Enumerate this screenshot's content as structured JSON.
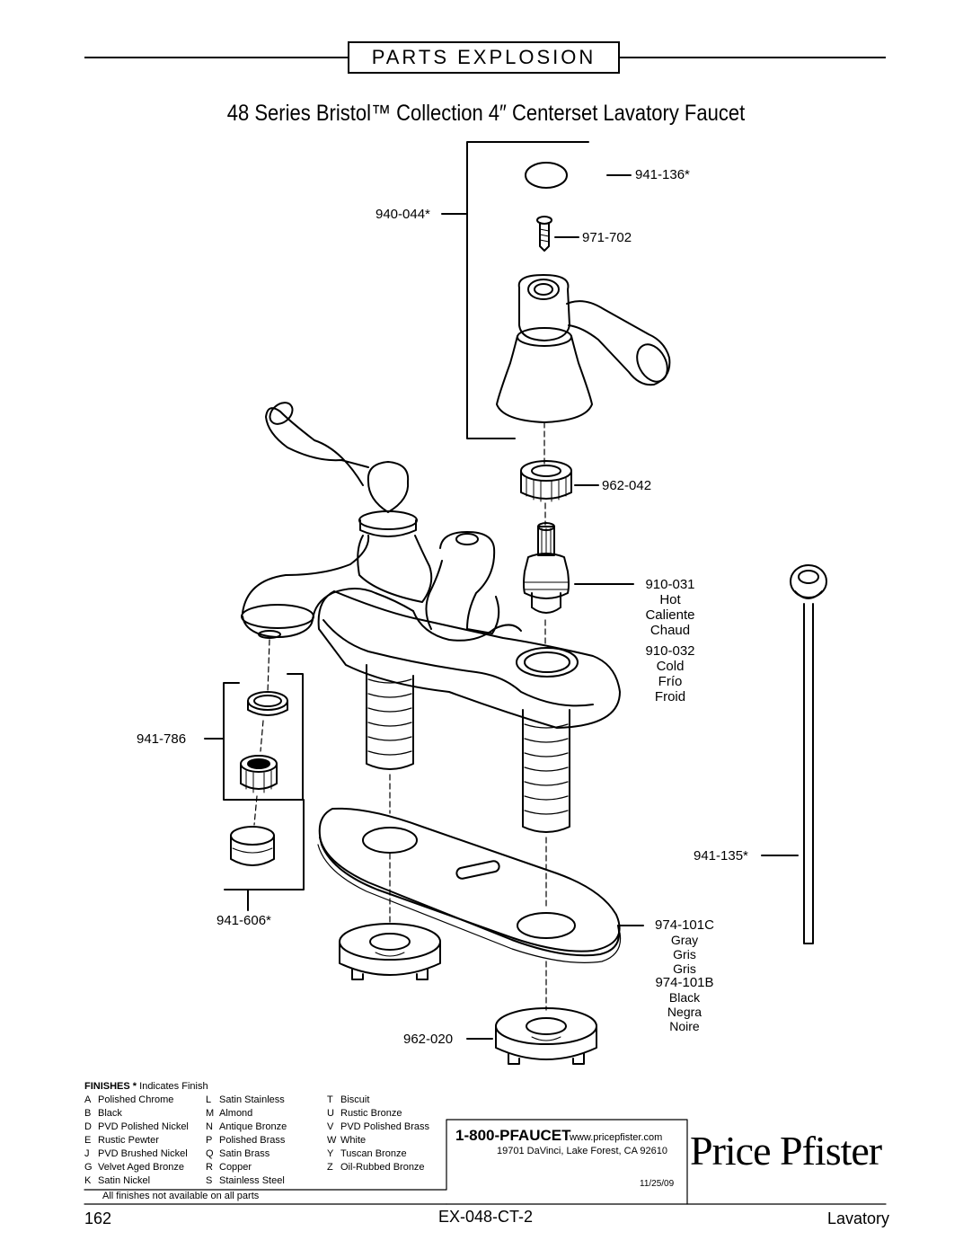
{
  "header": {
    "section_label": "PARTS EXPLOSION"
  },
  "title": "48 Series Bristol™ Collection 4″ Centerset Lavatory Faucet",
  "parts": {
    "cap": "941-136*",
    "handle_assembly": "940-044*",
    "screw": "971-702",
    "bonnet_nut": "962-042",
    "cartridge_hot_no": "910-031",
    "cartridge_hot_en": "Hot",
    "cartridge_hot_es": "Caliente",
    "cartridge_hot_fr": "Chaud",
    "cartridge_cold_no": "910-032",
    "cartridge_cold_en": "Cold",
    "cartridge_cold_es": "Frío",
    "cartridge_cold_fr": "Froid",
    "aerator_set": "941-786",
    "aerator_housing": "941-606*",
    "pop_up_rod": "941-135*",
    "gasket_gray_no": "974-101C",
    "gasket_gray_en": "Gray",
    "gasket_gray_es": "Gris",
    "gasket_gray_fr": "Gris",
    "gasket_black_no": "974-101B",
    "gasket_black_en": "Black",
    "gasket_black_es": "Negra",
    "gasket_black_fr": "Noire",
    "mounting_nut": "962-020"
  },
  "finishes": {
    "heading": "FINISHES *",
    "heading_note": "Indicates Finish",
    "col1": [
      {
        "code": "A",
        "name": "Polished Chrome"
      },
      {
        "code": "B",
        "name": "Black"
      },
      {
        "code": "D",
        "name": "PVD Polished Nickel"
      },
      {
        "code": "E",
        "name": "Rustic Pewter"
      },
      {
        "code": "J",
        "name": "PVD Brushed Nickel"
      },
      {
        "code": "G",
        "name": "Velvet Aged Bronze"
      },
      {
        "code": "K",
        "name": "Satin Nickel"
      }
    ],
    "col2": [
      {
        "code": "L",
        "name": "Satin Stainless"
      },
      {
        "code": "M",
        "name": "Almond"
      },
      {
        "code": "N",
        "name": "Antique Bronze"
      },
      {
        "code": "P",
        "name": "Polished Brass"
      },
      {
        "code": "Q",
        "name": "Satin Brass"
      },
      {
        "code": "R",
        "name": "Copper"
      },
      {
        "code": "S",
        "name": "Stainless Steel"
      }
    ],
    "col3": [
      {
        "code": "T",
        "name": "Biscuit"
      },
      {
        "code": "U",
        "name": "Rustic Bronze"
      },
      {
        "code": "V",
        "name": "PVD Polished Brass"
      },
      {
        "code": "W",
        "name": "White"
      },
      {
        "code": "Y",
        "name": "Tuscan Bronze"
      },
      {
        "code": "Z",
        "name": "Oil-Rubbed Bronze"
      }
    ],
    "note": "All finishes not available on all parts"
  },
  "contact": {
    "phone": "1-800-PFAUCET",
    "website": "www.pricepfister.com",
    "address": "19701 DaVinci, Lake Forest, CA  92610",
    "date": "11/25/09"
  },
  "brand": "Price Pfister",
  "footer": {
    "page_number": "162",
    "doc_code": "EX-048-CT-2",
    "section": "Lavatory"
  }
}
